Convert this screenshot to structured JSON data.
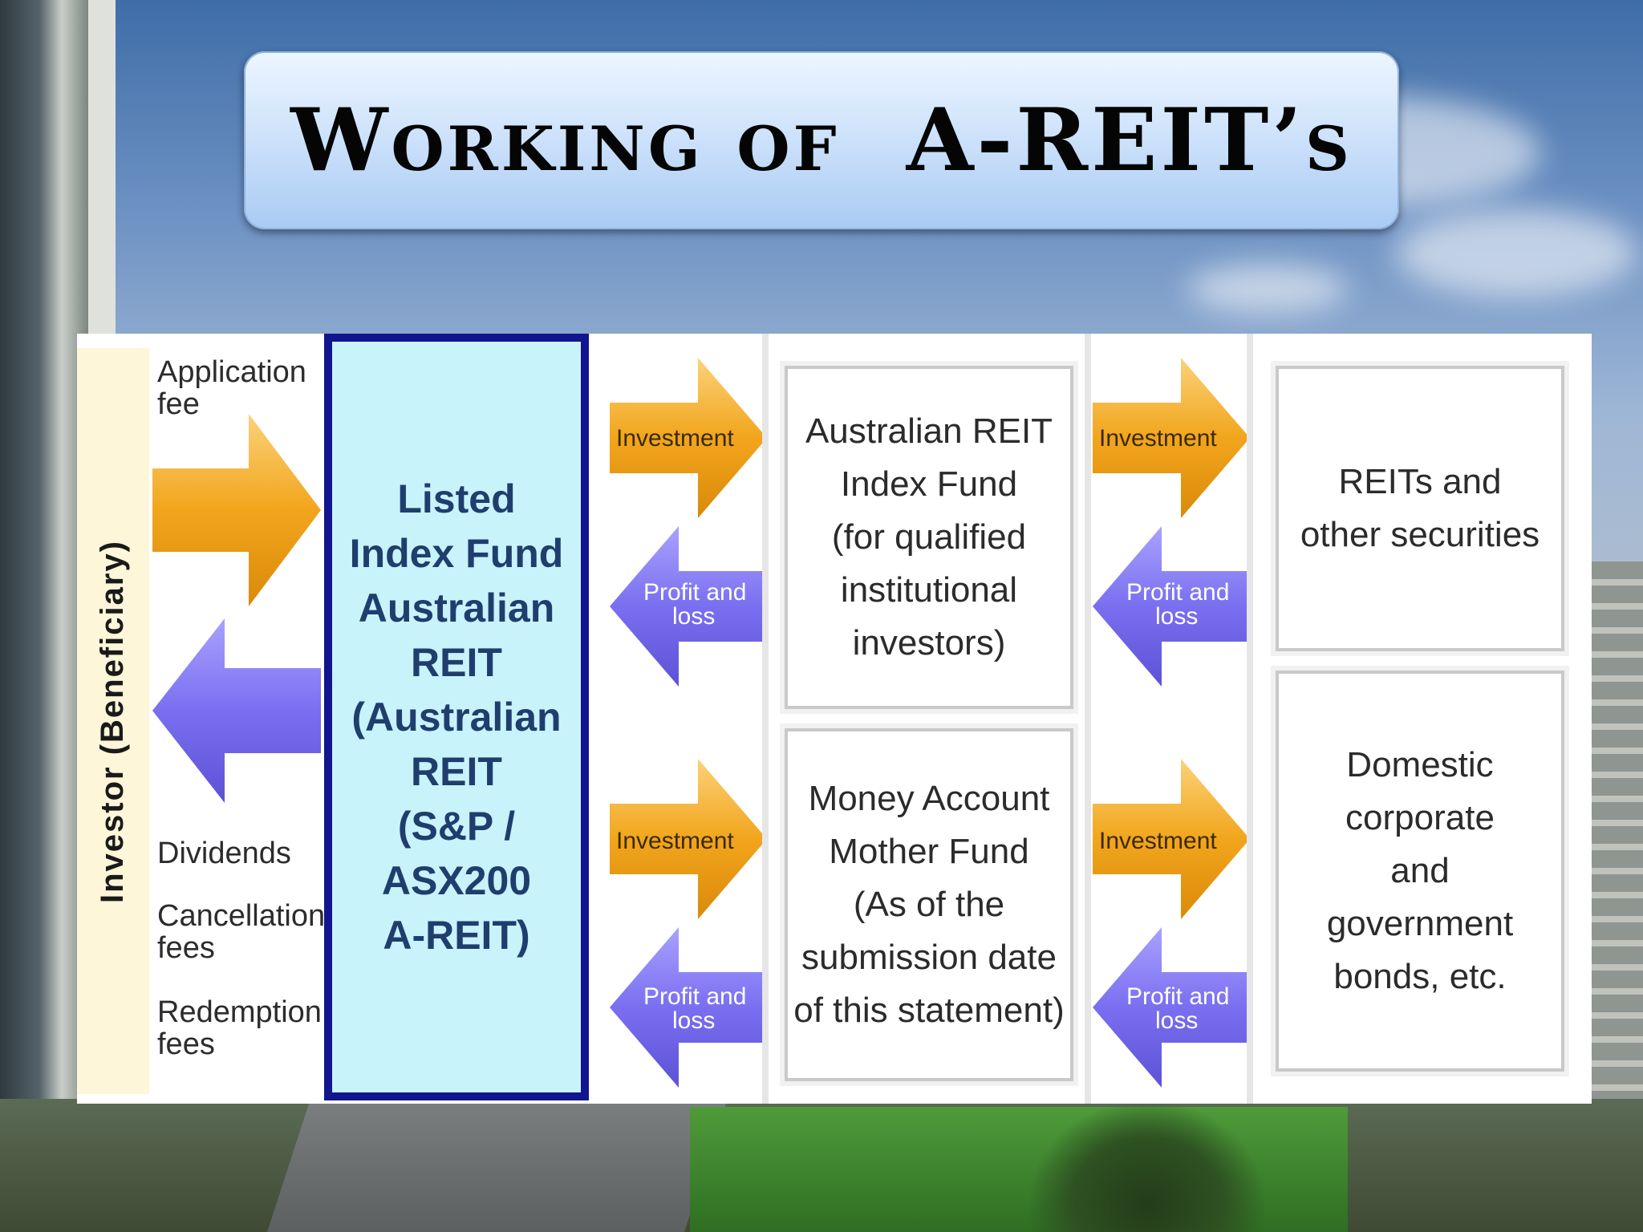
{
  "title": "Working of  A-REIT’s",
  "investor": {
    "label": "Investor (Beneficiary)",
    "application_fee": "Application\nfee",
    "dividends": "Dividends",
    "cancellation_fees": "Cancellation\nfees",
    "redemption_fees": "Redemption\nfees"
  },
  "fund": {
    "text": "Listed\nIndex Fund\nAustralian REIT\n(Australian REIT\n(S&P / ASX200\nA-REIT)"
  },
  "arrows": {
    "investment": "Investment",
    "profit_and_loss": "Profit and\nloss"
  },
  "index_fund": {
    "text": "Australian REIT\nIndex Fund\n(for qualified\ninstitutional\ninvestors)"
  },
  "money_fund": {
    "text": "Money Account\nMother Fund\n(As of the\nsubmission date\nof this statement)"
  },
  "reits": {
    "text": "REITs and\nother securities"
  },
  "bonds": {
    "text": "Domestic\ncorporate\nand\ngovernment\nbonds, etc."
  },
  "colors": {
    "investment_arrow": "#f2a51c",
    "profit_arrow": "#7a6ff0",
    "fund_border": "#11158f",
    "fund_fill": "#c9f3fb"
  }
}
